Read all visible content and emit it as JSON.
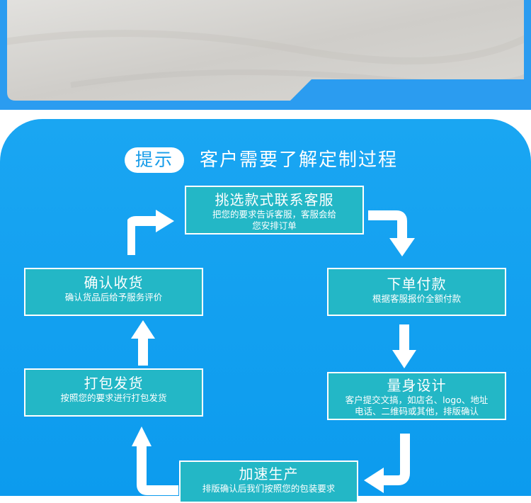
{
  "header": {
    "tip_label": "提示",
    "title": "客户需要了解定制过程"
  },
  "steps": [
    {
      "title": "挑选款式联系客服",
      "desc_line1": "把您的要求告诉客服，客服会给",
      "desc_line2": "您安排订单"
    },
    {
      "title": "下单付款",
      "desc_line1": "根据客服报价全额付款",
      "desc_line2": ""
    },
    {
      "title": "量身设计",
      "desc_line1": "客户提交文搞，如店名、logo、地址",
      "desc_line2": "电话、二维码或其他，排版确认"
    },
    {
      "title": "加速生产",
      "desc_line1": "排版确认后我们按照您的包装要求",
      "desc_line2": ""
    },
    {
      "title": "打包发货",
      "desc_line1": "按照您的要求进行打包发货",
      "desc_line2": ""
    },
    {
      "title": "确认收货",
      "desc_line1": "确认货品后给予服务评价",
      "desc_line2": ""
    }
  ],
  "colors": {
    "panel_blue": "#0c9bee",
    "step_teal": "#23b7c6",
    "text_white": "#ffffff",
    "tip_text": "#169ce9"
  }
}
